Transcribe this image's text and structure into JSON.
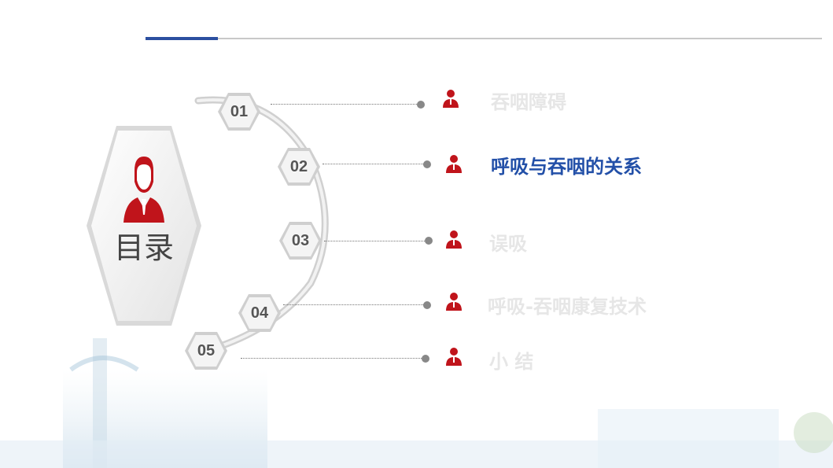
{
  "sidebar": {
    "title": "目录"
  },
  "menu": {
    "items": [
      {
        "number": "01",
        "label": "吞咽障碍",
        "active": false
      },
      {
        "number": "02",
        "label": "呼吸与吞咽的关系",
        "active": true
      },
      {
        "number": "03",
        "label": "误吸",
        "active": false
      },
      {
        "number": "04",
        "label": "呼吸-吞咽康复技术",
        "active": false
      },
      {
        "number": "05",
        "label": "小 结",
        "active": false
      }
    ]
  },
  "colors": {
    "accent_blue": "#2350a8",
    "icon_red": "#c0141b",
    "line_blue": "#2b4fa0"
  },
  "icons": {
    "menu_icon": "person-icon",
    "title_icon": "person-icon"
  }
}
